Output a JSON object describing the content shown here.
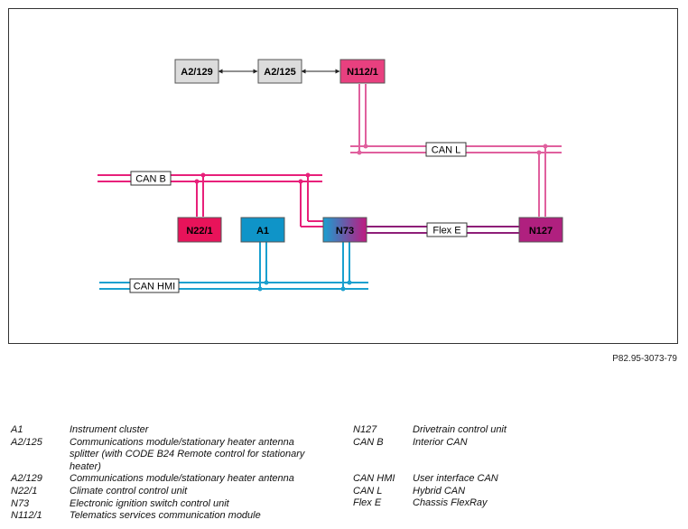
{
  "diagram": {
    "nodes": [
      {
        "id": "a2_129",
        "label": "A2/129"
      },
      {
        "id": "a2_125",
        "label": "A2/125"
      },
      {
        "id": "n112_1",
        "label": "N112/1"
      },
      {
        "id": "n22_1",
        "label": "N22/1"
      },
      {
        "id": "a1",
        "label": "A1"
      },
      {
        "id": "n73",
        "label": "N73"
      },
      {
        "id": "n127",
        "label": "N127"
      }
    ],
    "buses": [
      {
        "id": "can_l",
        "label": "CAN L"
      },
      {
        "id": "can_b",
        "label": "CAN B"
      },
      {
        "id": "flex_e",
        "label": "Flex E"
      },
      {
        "id": "can_hmi",
        "label": "CAN HMI"
      }
    ],
    "colors": {
      "can_l": "#e0609e",
      "can_b": "#e8207a",
      "can_hmi": "#1aa0cf",
      "flex_e": "#8e1e78",
      "n112_1": "#e8407f",
      "n22_1": "#e8135a",
      "a1": "#0f94c8",
      "n127": "#b0207f",
      "gray_box": "#dcdcdc"
    },
    "reference": "P82.95-3073-79"
  },
  "legend": {
    "left": [
      {
        "code": "A1",
        "desc": "Instrument cluster"
      },
      {
        "code": "A2/125",
        "desc": "Communications module/stationary heater antenna splitter (with CODE B24 Remote control for stationary heater)"
      },
      {
        "code": "A2/129",
        "desc": "Communications module/stationary heater antenna"
      },
      {
        "code": "N22/1",
        "desc": "Climate control control unit"
      },
      {
        "code": "N73",
        "desc": "Electronic ignition switch control unit"
      },
      {
        "code": "N112/1",
        "desc": "Telematics services communication module"
      }
    ],
    "right": [
      {
        "code": "N127",
        "desc": "Drivetrain control unit"
      },
      {
        "code": "CAN B",
        "desc": "Interior CAN"
      },
      {
        "code": "CAN HMI",
        "desc": "User interface CAN"
      },
      {
        "code": "CAN L",
        "desc": "Hybrid CAN"
      },
      {
        "code": "Flex E",
        "desc": "Chassis FlexRay"
      }
    ]
  }
}
